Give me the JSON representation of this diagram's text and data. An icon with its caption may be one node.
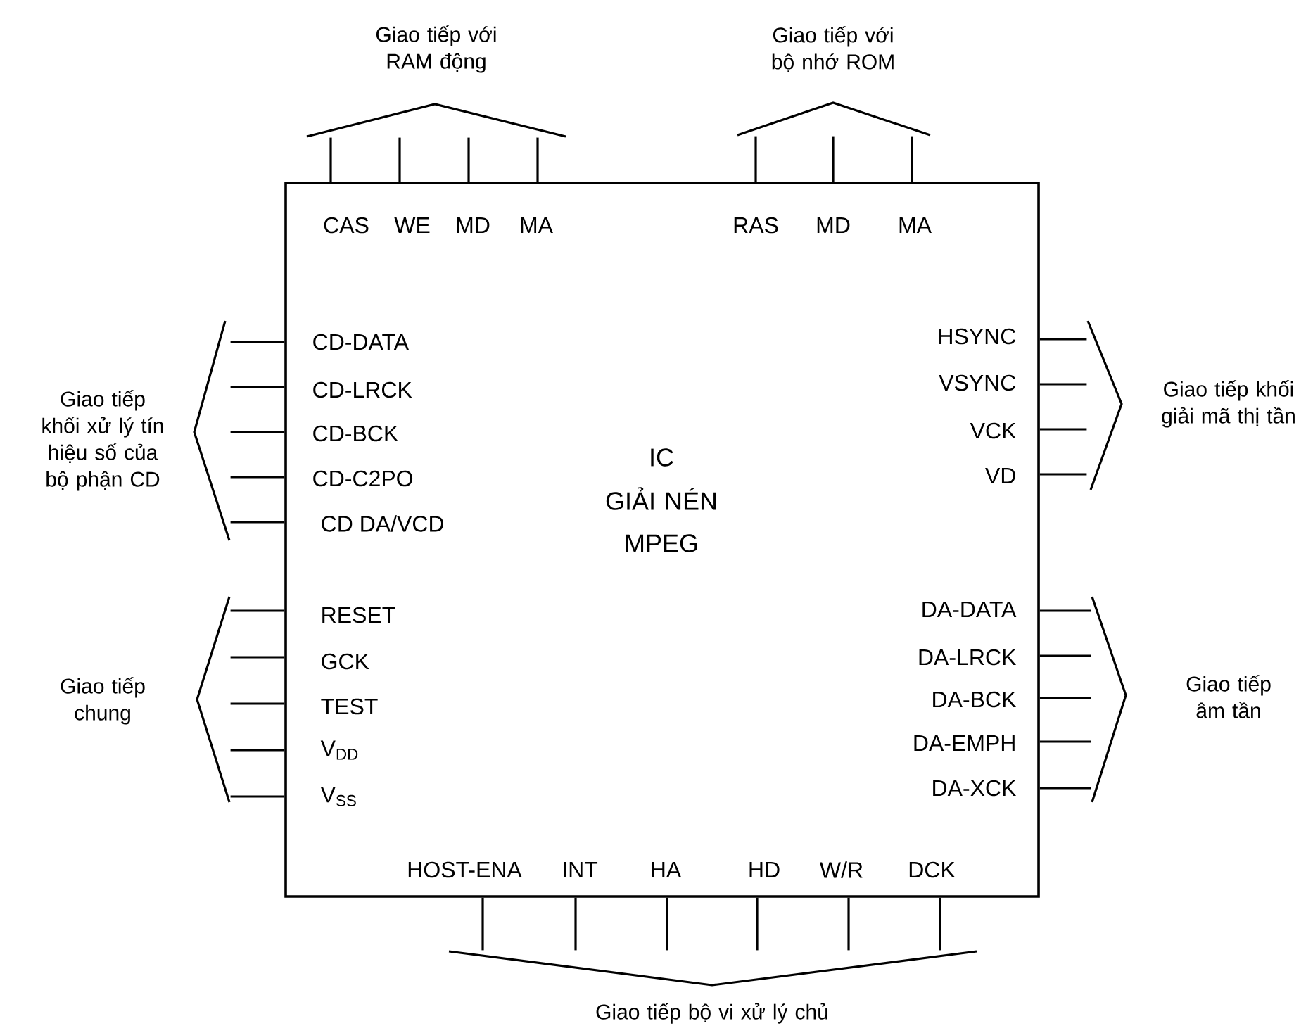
{
  "diagram": {
    "nodes": [
      {
        "text": [
          "IC",
          "GIẢI NÉN MPEG"
        ]
      },
      {
        "text": [],
        "shape": "bracket",
        "beside": [
          "Giao tiếp với RAM động"
        ]
      },
      {
        "text": [],
        "shape": "bracket",
        "beside": [
          "Giao tiếp với bộ nhớ ROM"
        ]
      },
      {
        "text": [],
        "shape": "bracket",
        "beside": [
          "Giao tiếp khối xử lý tín hiệu số của bộ phận CD"
        ]
      },
      {
        "text": [],
        "shape": "bracket",
        "beside": [
          "Giao tiếp khối giải mã thị tần"
        ]
      },
      {
        "text": [],
        "shape": "bracket",
        "beside": [
          "Giao tiếp chung"
        ]
      },
      {
        "text": [],
        "shape": "bracket",
        "beside": [
          "Giao tiếp âm tần"
        ]
      },
      {
        "text": [],
        "shape": "bracket",
        "beside": [
          "Giao tiếp bộ vi xử lý chủ"
        ]
      }
    ],
    "edges": [
      {
        "from": 0,
        "to": 1,
        "arrow": "none"
      },
      {
        "from": 0,
        "to": 1,
        "arrow": "none"
      },
      {
        "from": 0,
        "to": 1,
        "arrow": "none"
      },
      {
        "from": 0,
        "to": 1,
        "arrow": "none"
      },
      {
        "from": 0,
        "to": 2,
        "arrow": "none"
      },
      {
        "from": 0,
        "to": 2,
        "arrow": "none"
      },
      {
        "from": 0,
        "to": 2,
        "arrow": "none"
      },
      {
        "from": 0,
        "to": 3,
        "arrow": "none"
      },
      {
        "from": 0,
        "to": 3,
        "arrow": "none"
      },
      {
        "from": 0,
        "to": 3,
        "arrow": "none"
      },
      {
        "from": 0,
        "to": 3,
        "arrow": "none"
      },
      {
        "from": 0,
        "to": 3,
        "arrow": "none"
      },
      {
        "from": 0,
        "to": 4,
        "arrow": "none"
      },
      {
        "from": 0,
        "to": 4,
        "arrow": "none"
      },
      {
        "from": 0,
        "to": 4,
        "arrow": "none"
      },
      {
        "from": 0,
        "to": 4,
        "arrow": "none"
      },
      {
        "from": 0,
        "to": 5,
        "arrow": "none"
      },
      {
        "from": 0,
        "to": 5,
        "arrow": "none"
      },
      {
        "from": 0,
        "to": 5,
        "arrow": "none"
      },
      {
        "from": 0,
        "to": 5,
        "arrow": "none"
      },
      {
        "from": 0,
        "to": 5,
        "arrow": "none"
      },
      {
        "from": 0,
        "to": 6,
        "arrow": "none"
      },
      {
        "from": 0,
        "to": 6,
        "arrow": "none"
      },
      {
        "from": 0,
        "to": 6,
        "arrow": "none"
      },
      {
        "from": 0,
        "to": 6,
        "arrow": "none"
      },
      {
        "from": 0,
        "to": 6,
        "arrow": "none"
      },
      {
        "from": 0,
        "to": 7,
        "arrow": "none"
      },
      {
        "from": 0,
        "to": 7,
        "arrow": "none"
      },
      {
        "from": 0,
        "to": 7,
        "arrow": "none"
      },
      {
        "from": 0,
        "to": 7,
        "arrow": "none"
      },
      {
        "from": 0,
        "to": 7,
        "arrow": "none"
      },
      {
        "from": 0,
        "to": 7,
        "arrow": "none"
      }
    ],
    "labels": [
      "CAS",
      "WE",
      "MD",
      "MA",
      "RAS",
      "MD",
      "MA",
      "CD-DATA",
      "CD-LRCK",
      "CD-BCK",
      "CD-C2PO",
      "CD DA/VCD",
      "HSYNC",
      "VSYNC",
      "VCK",
      "VD",
      "RESET",
      "GCK",
      "TEST",
      "V$_{DD}$",
      "V$_{SS}$",
      "DA-DATA",
      "DA-LRCK",
      "DA-BCK",
      "DA-EMPH",
      "DA-XCK",
      "HOST-ENA",
      "INT",
      "HA",
      "HD",
      "W/R",
      "DCK"
    ]
  }
}
